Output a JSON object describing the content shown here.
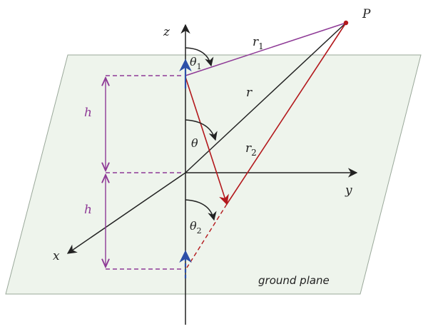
{
  "labels": {
    "z": "z",
    "y": "y",
    "x": "x",
    "P": "P",
    "r": "r",
    "r1_main": "r",
    "r1_sub": "1",
    "r2_main": "r",
    "r2_sub": "2",
    "theta": "θ",
    "theta1_main": "θ",
    "theta1_sub": "1",
    "theta2_main": "θ",
    "theta2_sub": "2",
    "h_top": "h",
    "h_bottom": "h",
    "ground_plane": "ground plane"
  },
  "colors": {
    "plane_fill": "#eef4ec",
    "plane_stroke": "#9aa89a",
    "axis": "#222222",
    "purple": "#8e3a96",
    "red": "#b3181c",
    "blue": "#2c4fa8"
  }
}
